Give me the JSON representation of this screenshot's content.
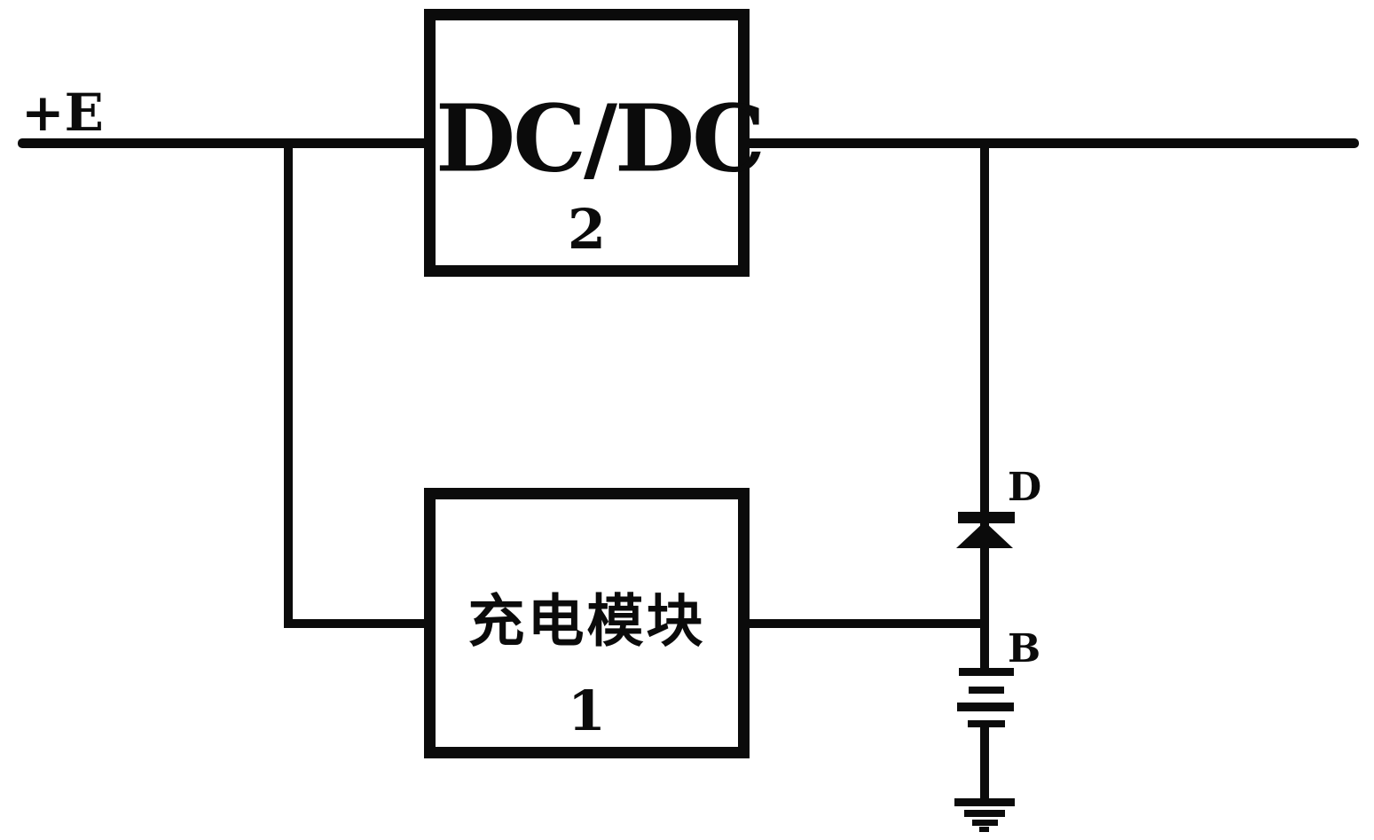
{
  "diagram": {
    "type": "circuit-block-diagram",
    "background_color": "#ffffff",
    "ink_color": "#0b0b0b",
    "power_rail_label": "+E",
    "blocks": [
      {
        "name": "dc-dc-converter",
        "label": "DC/DC",
        "number": "2"
      },
      {
        "name": "charging-module",
        "label": "充电模块",
        "number": "1"
      }
    ],
    "components": [
      {
        "name": "diode",
        "label": "D",
        "symbol": "diode-pointing-up"
      },
      {
        "name": "battery",
        "label": "B",
        "symbol": "multi-cell-battery"
      },
      {
        "name": "ground",
        "label": "",
        "symbol": "earth-ground"
      }
    ]
  }
}
